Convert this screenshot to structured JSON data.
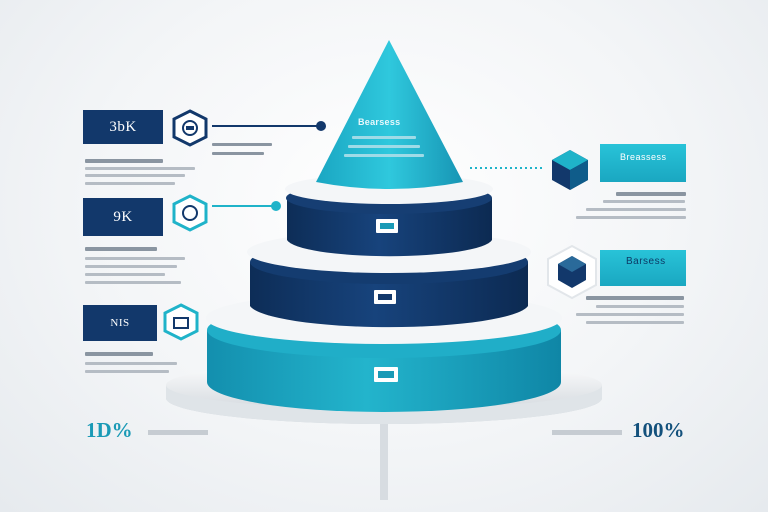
{
  "left_blocks": [
    {
      "value": "3bK"
    },
    {
      "value": "9K"
    },
    {
      "value": "NIS"
    }
  ],
  "cone_caption": "Bearsess",
  "right_captions": [
    "Breassess",
    "Barsess"
  ],
  "percent_left": "1D%",
  "percent_right": "100%",
  "colors": {
    "navy": "#12386b",
    "teal": "#1fb3c9",
    "light_teal": "#2cc6dc"
  },
  "icons": [
    "hexagon-badge-icon",
    "cube-icon",
    "card-icon"
  ]
}
